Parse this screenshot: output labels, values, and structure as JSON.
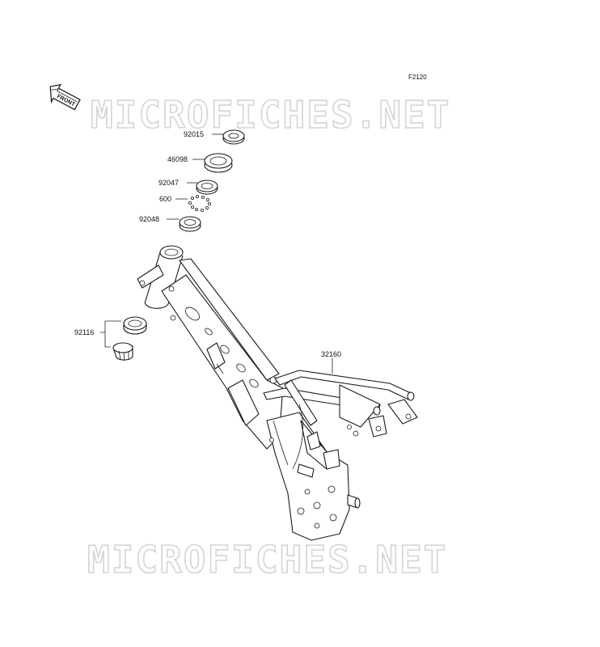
{
  "figure": {
    "code": "F2120"
  },
  "watermark": {
    "text": "MICROFICHES.NET"
  },
  "direction_tag": {
    "text": "FRONT"
  },
  "parts": [
    {
      "number": "92015",
      "name": ""
    },
    {
      "number": "46098",
      "name": ""
    },
    {
      "number": "92047",
      "name": ""
    },
    {
      "number": "600",
      "name": ""
    },
    {
      "number": "92048",
      "name": ""
    },
    {
      "number": "92116",
      "name": ""
    },
    {
      "number": "32160",
      "name": ""
    }
  ]
}
